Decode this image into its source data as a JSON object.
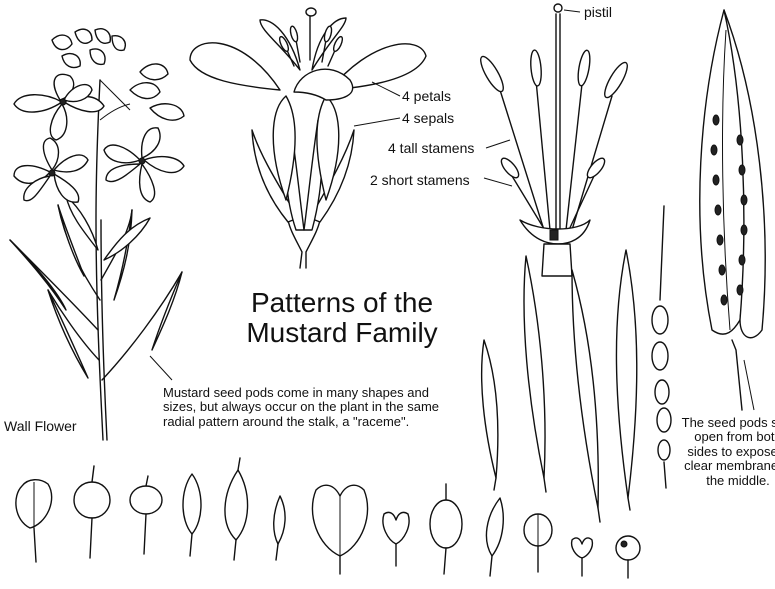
{
  "figure": {
    "title_line1": "Patterns of the",
    "title_line2": "Mustard Family",
    "labels": {
      "pistil": "pistil",
      "petals": "4 petals",
      "sepals": "4 sepals",
      "tall_stamens": "4 tall stamens",
      "short_stamens": "2 short stamens",
      "wall_flower": "Wall Flower"
    },
    "caption": "Mustard seed pods  come in many shapes and sizes, but always occur on the plant in the same radial pattern around the stalk, a \"raceme\".",
    "seed_pod_note": "The seed pods split open from both sides to expose a clear membrane in the middle."
  }
}
